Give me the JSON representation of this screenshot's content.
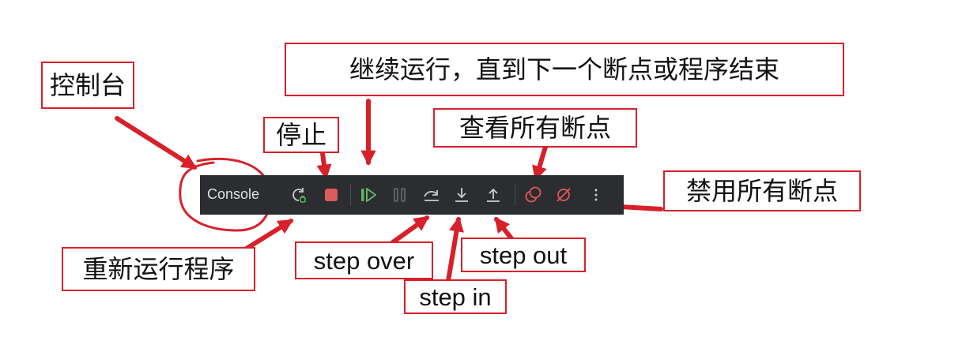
{
  "labels": {
    "console": "控制台",
    "resume": "继续运行，直到下一个断点或程序结束",
    "stop": "停止",
    "view_breakpoints": "查看所有断点",
    "mute_breakpoints": "禁用所有断点",
    "rerun": "重新运行程序",
    "step_over": "step over",
    "step_in": "step in",
    "step_out": "step out"
  },
  "toolbar": {
    "console_tab": "Console",
    "icons": [
      "rerun-icon",
      "stop-icon",
      "resume-icon",
      "pause-icon",
      "step-over-icon",
      "step-into-icon",
      "step-out-icon",
      "view-breakpoints-icon",
      "mute-breakpoints-icon",
      "more-icon"
    ]
  },
  "colors": {
    "annotation_red": "#d8202a",
    "toolbar_bg": "#2b2d30",
    "icon_gray": "#c9ccd1",
    "stop_red": "#d95c5c",
    "resume_green": "#5fb865",
    "breakpoint_red": "#e55757"
  }
}
